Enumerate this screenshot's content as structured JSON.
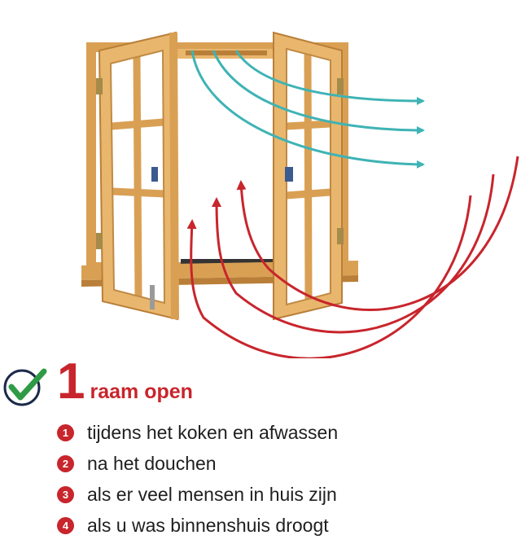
{
  "illustration": {
    "subject": "open casement window with airflow arrows",
    "colors": {
      "wood_light": "#e9b66d",
      "wood_mid": "#d9a054",
      "wood_dark": "#b97f38",
      "fresh_air": "#3fb3b5",
      "stale_air": "#c8252c",
      "check": "#2f9b46",
      "check_ring": "#1c2a4a"
    }
  },
  "check_icon": "check-circle-icon",
  "headline": {
    "number": "1",
    "label": "raam open"
  },
  "reasons": [
    {
      "index": "1",
      "text": "tijdens het koken en afwassen"
    },
    {
      "index": "2",
      "text": "na het douchen"
    },
    {
      "index": "3",
      "text": "als er veel mensen in huis zijn"
    },
    {
      "index": "4",
      "text": "als u was binnenshuis droogt"
    }
  ]
}
